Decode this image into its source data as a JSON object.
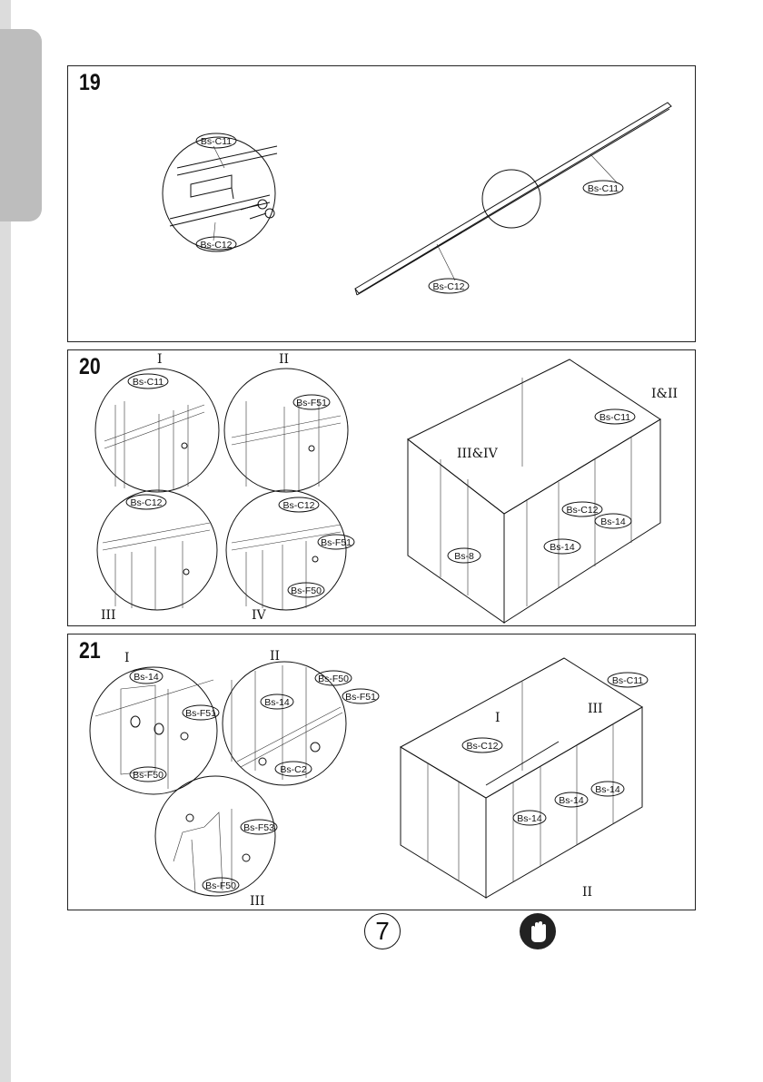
{
  "steps": [
    {
      "number": "19",
      "labels": {
        "detail_top": "Bs-C11",
        "detail_bottom": "Bs-C12",
        "main_right": "Bs-C11",
        "main_bottom": "Bs-C12"
      }
    },
    {
      "number": "20",
      "detail_titles": [
        "I",
        "II",
        "III",
        "IV"
      ],
      "labels": {
        "d1": "Bs-C11",
        "d2": "Bs-F51",
        "d3": "Bs-C12",
        "d4a": "Bs-C12",
        "d4b": "Bs-F51",
        "d4c": "Bs-F50",
        "m_callout_a": "I&II",
        "m_callout_b": "III&IV",
        "m1": "Bs-C11",
        "m2": "Bs-C12",
        "m3": "Bs-14",
        "m4": "Bs-14",
        "m5": "Bs-8"
      }
    },
    {
      "number": "21",
      "detail_titles": [
        "I",
        "II",
        "III"
      ],
      "labels": {
        "d1a": "Bs-14",
        "d1b": "Bs-F51",
        "d1c": "Bs-F50",
        "d2a": "Bs-F50",
        "d2b": "Bs-14",
        "d2c": "Bs-F51",
        "d2d": "Bs-C2",
        "d3a": "Bs-F53",
        "d3b": "Bs-F50",
        "m_callout_a": "I",
        "m_callout_b": "III",
        "m_callout_c": "II",
        "m1": "Bs-C11",
        "m2": "Bs-C12",
        "m3": "Bs-14",
        "m4": "Bs-14",
        "m5": "Bs-14"
      }
    }
  ],
  "footer": {
    "page_number": "7",
    "glove_icon": "gloves-required-icon"
  }
}
